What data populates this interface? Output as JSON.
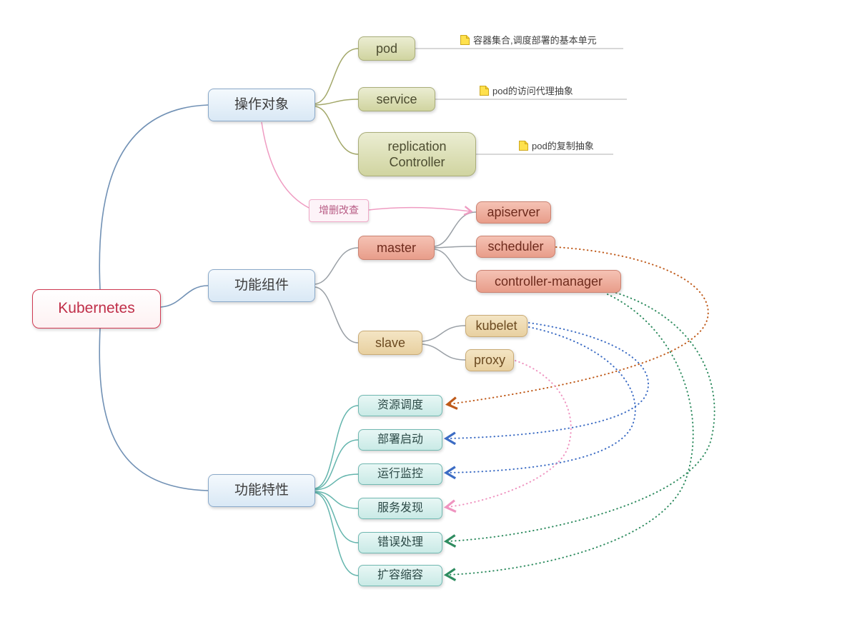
{
  "root": {
    "label": "Kubernetes"
  },
  "branches": {
    "operations": {
      "label": "操作对象",
      "children": {
        "pod": {
          "label": "pod",
          "note": "容器集合,调度部署的基本单元"
        },
        "service": {
          "label": "service",
          "note": "pod的访问代理抽象"
        },
        "replication_controller": {
          "label": "replication Controller",
          "note": "pod的复制抽象"
        }
      }
    },
    "components": {
      "label": "功能组件",
      "children": {
        "master": {
          "label": "master",
          "children": {
            "apiserver": {
              "label": "apiserver"
            },
            "scheduler": {
              "label": "scheduler"
            },
            "controller_manager": {
              "label": "controller-manager"
            }
          }
        },
        "slave": {
          "label": "slave",
          "children": {
            "kubelet": {
              "label": "kubelet"
            },
            "proxy": {
              "label": "proxy"
            }
          }
        }
      }
    },
    "features": {
      "label": "功能特性",
      "children": {
        "scheduling": {
          "label": "资源调度"
        },
        "deploy": {
          "label": "部署启动"
        },
        "monitor": {
          "label": "运行监控"
        },
        "discovery": {
          "label": "服务发现"
        },
        "error_handling": {
          "label": "错误处理"
        },
        "scaling": {
          "label": "扩容缩容"
        }
      }
    }
  },
  "relationships": [
    {
      "from": "操作对象",
      "label": "增删改查",
      "to": "apiserver",
      "color": "#ef9cc2",
      "style": "solid"
    },
    {
      "from": "scheduler",
      "to": "资源调度",
      "color": "#bf5a1a",
      "style": "dotted"
    },
    {
      "from": "kubelet",
      "to": "部署启动",
      "color": "#3c6cc4",
      "style": "dotted"
    },
    {
      "from": "kubelet",
      "to": "运行监控",
      "color": "#3c6cc4",
      "style": "dotted"
    },
    {
      "from": "proxy",
      "to": "服务发现",
      "color": "#ef94c0",
      "style": "dotted"
    },
    {
      "from": "controller-manager",
      "to": "错误处理",
      "color": "#2f8c60",
      "style": "dotted"
    },
    {
      "from": "controller-manager",
      "to": "扩容缩容",
      "color": "#2f8c60",
      "style": "dotted"
    }
  ],
  "relationship_label": "增删改查",
  "colors": {
    "root_accent": "#cf3a52",
    "topic_blue": "#8aa9c9",
    "olive": "#a9ad79",
    "salmon": "#cb8271",
    "tan": "#c9ab76",
    "teal": "#72b9b2",
    "note_yellow": "#ffe14d"
  }
}
